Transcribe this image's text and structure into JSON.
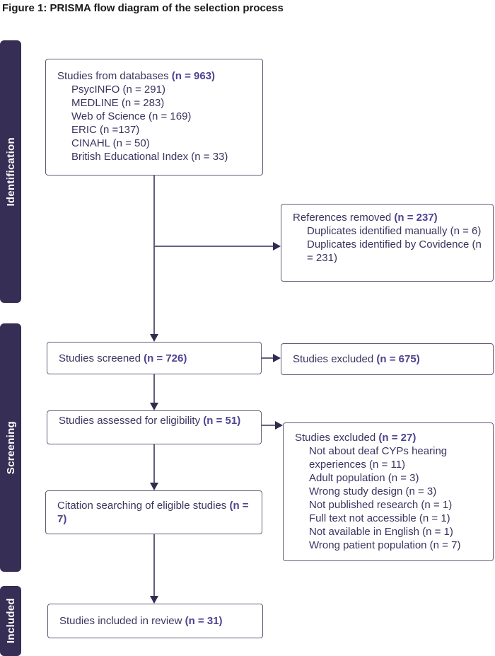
{
  "title": "Figure 1: PRISMA flow diagram of the selection process",
  "colors": {
    "background": "#ffffff",
    "band_bg": "#362e55",
    "band_text": "#ffffff",
    "box_border": "#5f5d78",
    "text": "#39355f",
    "n_value": "#4c4390",
    "connector": "#4f4d6a",
    "arrowhead": "#2f2c50"
  },
  "bands": [
    {
      "label": "Identification"
    },
    {
      "label": "Screening"
    },
    {
      "label": "Included"
    }
  ],
  "boxes": {
    "databases": {
      "title": "Studies from databases",
      "n": "(n = 963)",
      "items": [
        "PsycINFO (n = 291)",
        "MEDLINE (n = 283)",
        "Web of Science (n = 169)",
        "ERIC (n =137)",
        "CINAHL (n = 50)",
        "British Educational Index (n = 33)"
      ]
    },
    "references_removed": {
      "title": "References removed",
      "n": "(n = 237)",
      "items": [
        "Duplicates identified manually (n = 6)",
        "Duplicates identified by Covidence (n = 231)"
      ]
    },
    "screened": {
      "title": "Studies screened",
      "n": "(n = 726)"
    },
    "excluded_screening": {
      "title": "Studies excluded",
      "n": "(n = 675)"
    },
    "assessed": {
      "title": "Studies assessed for eligibility",
      "n": "(n = 51)"
    },
    "excluded_eligibility": {
      "title": "Studies excluded",
      "n": "(n = 27)",
      "items": [
        "Not about deaf CYPs hearing experiences (n = 11)",
        "Adult population (n = 3)",
        "Wrong study design (n = 3)",
        "Not published research (n = 1)",
        "Full text not accessible (n = 1)",
        "Not available in English (n = 1)",
        "Wrong patient population (n = 7)"
      ]
    },
    "citation_searching": {
      "title": "Citation searching of eligible studies",
      "n": "(n = 7)"
    },
    "included_review": {
      "title": "Studies included in review",
      "n": "(n = 31)"
    }
  }
}
